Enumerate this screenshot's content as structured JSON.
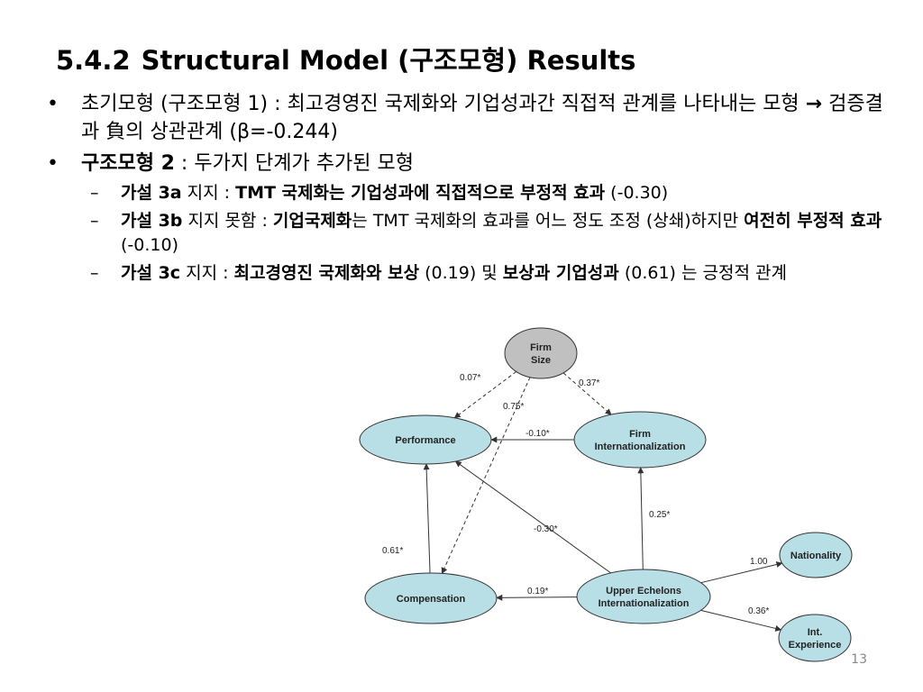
{
  "slide": {
    "section": "5.4.2",
    "title": "Structural Model (구조모형) Results",
    "page_number": "13"
  },
  "bullets": [
    {
      "parts": [
        {
          "t": "초기모형 (구조모형 1) : 최고경영진 국제화와 기업성과간 직접적 관계를 나타내는 모형 "
        },
        {
          "t": "→",
          "b": true
        },
        {
          "t": " 검증결과 負의 상관관계 (β=-0.244)"
        }
      ],
      "subs": []
    },
    {
      "parts": [
        {
          "t": "구조모형 2",
          "b": true
        },
        {
          "t": " : 두가지 단계가 추가된 모형"
        }
      ],
      "subs": [
        [
          {
            "t": "가설 3a",
            "b": true
          },
          {
            "t": " 지지 : "
          },
          {
            "t": "TMT 국제화는 기업성과에 직접적으로 부정적 효과",
            "b": true
          },
          {
            "t": " (-0.30)"
          }
        ],
        [
          {
            "t": "가설 3b",
            "b": true
          },
          {
            "t": " 지지 못함 : "
          },
          {
            "t": "기업국제화",
            "b": true
          },
          {
            "t": "는 TMT 국제화의 효과를 어느 정도 조정 (상쇄)하지만 "
          },
          {
            "t": "여전히 부정적 효과",
            "b": true
          },
          {
            "t": " (-0.10)"
          }
        ],
        [
          {
            "t": "가설 3c",
            "b": true
          },
          {
            "t": " 지지 : "
          },
          {
            "t": "최고경영진 국제화와 보상",
            "b": true
          },
          {
            "t": " (0.19) 및 "
          },
          {
            "t": "보상과 기업성과",
            "b": true
          },
          {
            "t": " (0.61) 는 긍정적 관계"
          }
        ]
      ]
    }
  ],
  "diagram": {
    "colors": {
      "node_fill": "#b9dfe6",
      "firm_size_fill": "#c0c0c0",
      "stroke": "#333333"
    },
    "nodes": [
      {
        "id": "firm_size",
        "lines": [
          "Firm",
          "Size"
        ]
      },
      {
        "id": "performance",
        "lines": [
          "Performance"
        ]
      },
      {
        "id": "firm_int",
        "lines": [
          "Firm",
          "Internationalization"
        ]
      },
      {
        "id": "compensation",
        "lines": [
          "Compensation"
        ]
      },
      {
        "id": "upper",
        "lines": [
          "Upper Echelons",
          "Internationalization"
        ]
      },
      {
        "id": "nationality",
        "lines": [
          "Nationality"
        ]
      },
      {
        "id": "experience",
        "lines": [
          "Int.",
          "Experience"
        ]
      }
    ],
    "edges": [
      {
        "from": "firm_size",
        "to": "performance",
        "label": "0.07*",
        "dashed": true
      },
      {
        "from": "firm_size",
        "to": "firm_int",
        "label": "0.37*",
        "dashed": true
      },
      {
        "from": "firm_size",
        "to": "compensation",
        "label": "0.75*",
        "dashed": true
      },
      {
        "from": "firm_int",
        "to": "performance",
        "label": "-0.10*",
        "dashed": false
      },
      {
        "from": "upper",
        "to": "firm_int",
        "label": "0.25*",
        "dashed": false
      },
      {
        "from": "upper",
        "to": "performance",
        "label": "-0.30*",
        "dashed": false
      },
      {
        "from": "upper",
        "to": "compensation",
        "label": "0.19*",
        "dashed": false
      },
      {
        "from": "compensation",
        "to": "performance",
        "label": "0.61*",
        "dashed": false
      },
      {
        "from": "upper",
        "to": "nationality",
        "label": "1.00",
        "dashed": false
      },
      {
        "from": "upper",
        "to": "experience",
        "label": "0.36*",
        "dashed": false
      }
    ]
  }
}
